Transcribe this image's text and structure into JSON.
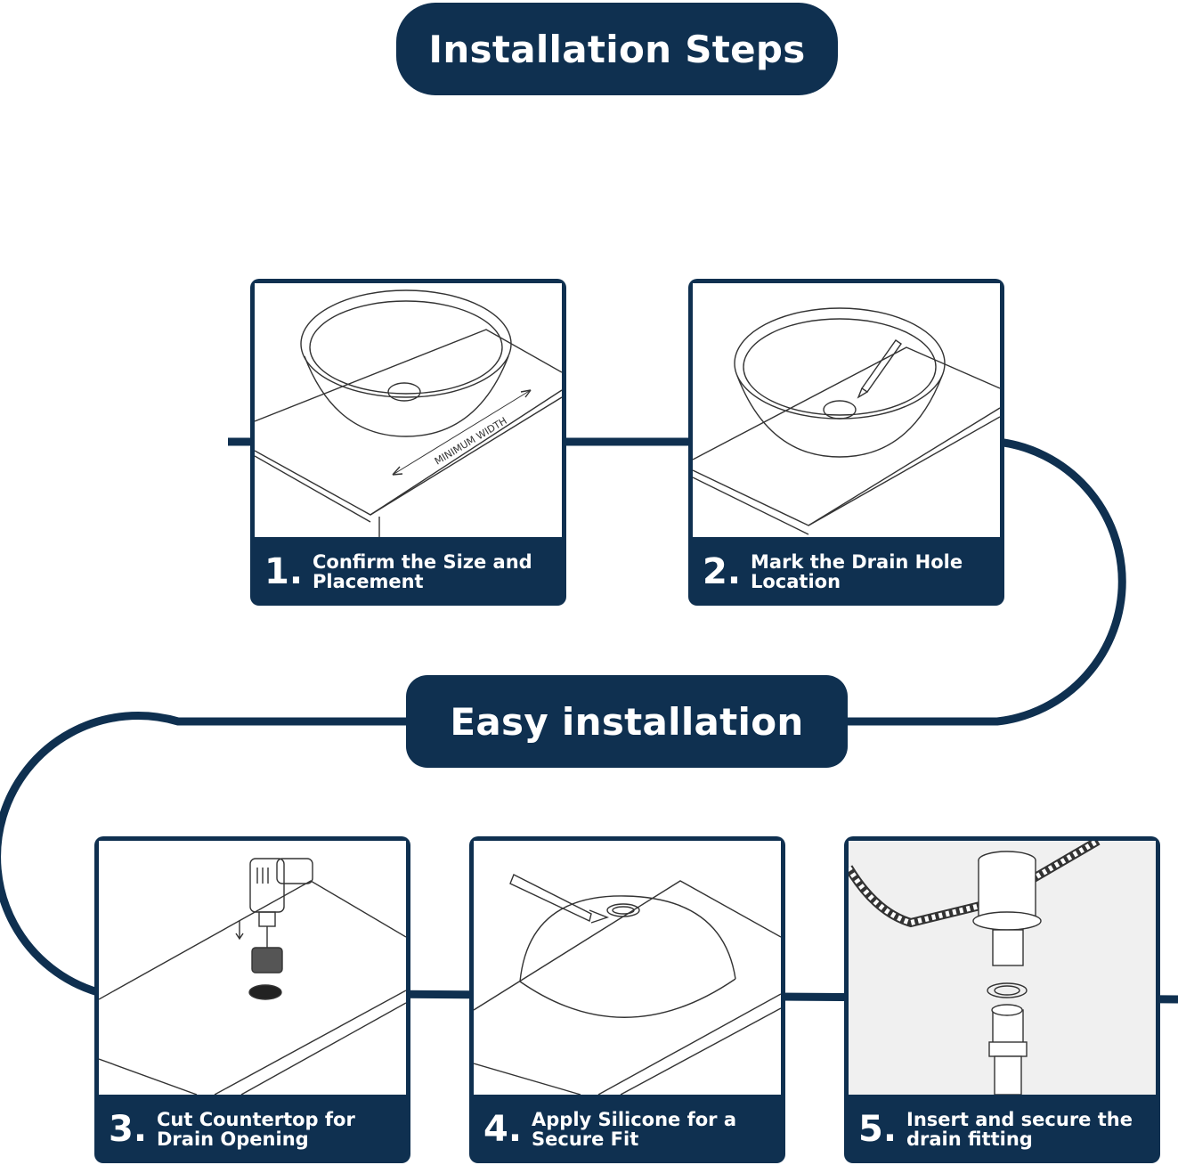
{
  "header": {
    "title": "Installation Steps"
  },
  "banner": {
    "label": "Easy installation"
  },
  "steps": [
    {
      "number": "1.",
      "text": "Confirm the Size and Placement",
      "line1": "Confirm the Size and",
      "line2": "Placement",
      "art_label": "MINIMUM WIDTH"
    },
    {
      "number": "2.",
      "text": "Mark the Drain Hole Location",
      "line1": "Mark the Drain Hole",
      "line2": "Location"
    },
    {
      "number": "3.",
      "text": "Cut Countertop for Drain Opening",
      "line1": "Cut Countertop for",
      "line2": "Drain Opening"
    },
    {
      "number": "4.",
      "text": "Apply Silicone for a Secure Fit",
      "line1": "Apply Silicone for a",
      "line2": "Secure Fit"
    },
    {
      "number": "5.",
      "text": "Insert and secure the drain fitting",
      "line1": "Insert and secure the",
      "line2": "drain fitting"
    }
  ],
  "colors": {
    "navy": "#0f3050",
    "line_art": "#333333",
    "white": "#ffffff"
  }
}
